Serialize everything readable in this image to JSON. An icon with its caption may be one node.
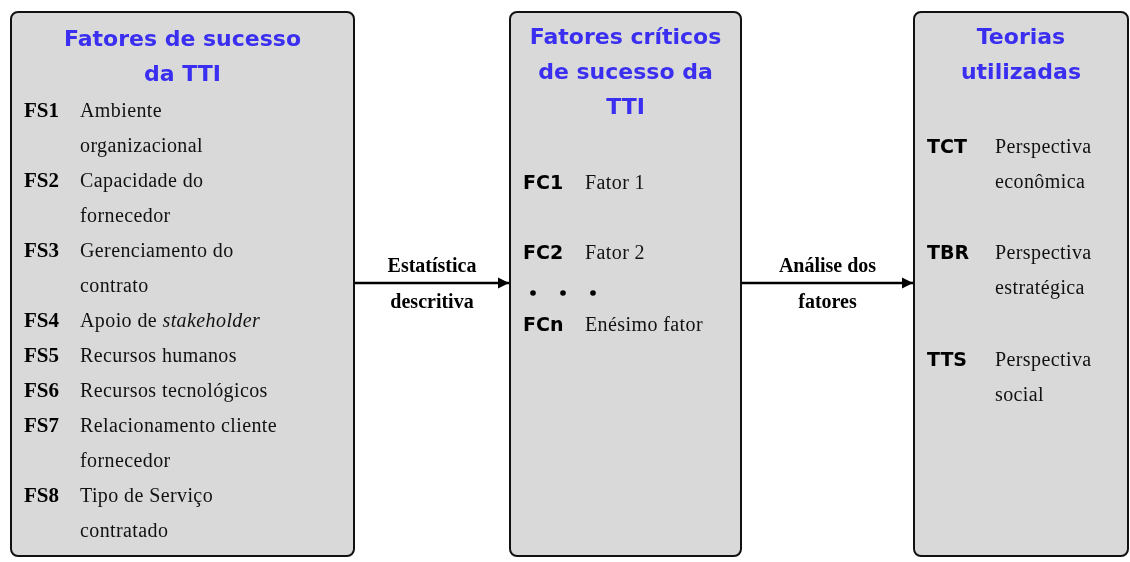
{
  "diagram": {
    "nodes": [
      {
        "text": [
          "Fatores de sucesso da TTI",
          "FS1",
          "Ambiente organizacional",
          "FS2",
          "Capacidade do fornecedor",
          "FS3",
          "Gerenciamento do contrato",
          "FS4",
          "Apoio de *stakeholder*",
          "FS5",
          "Recursos humanos",
          "FS6",
          "Recursos tecnológicos",
          "FS7",
          "Relacionamento cliente fornecedor",
          "FS8",
          "Tipo de Serviço contratado"
        ]
      },
      {
        "text": [
          "Fatores críticos de sucesso da TTI",
          "FC1",
          "Fator 1",
          "FC2",
          "Fator 2",
          "FCn",
          "Enésimo fator"
        ]
      },
      {
        "text": [
          "Teorias utilizadas",
          "TCT",
          "Perspectiva econômica",
          "TBR",
          "Perspectiva estratégica",
          "TTS",
          "Perspectiva social"
        ]
      }
    ],
    "edges": [
      {
        "from": 0,
        "to": 1,
        "arrow": "to",
        "label": "Estatística descritiva"
      },
      {
        "from": 1,
        "to": 2,
        "arrow": "to",
        "label": "Análise dos fatores"
      }
    ]
  }
}
